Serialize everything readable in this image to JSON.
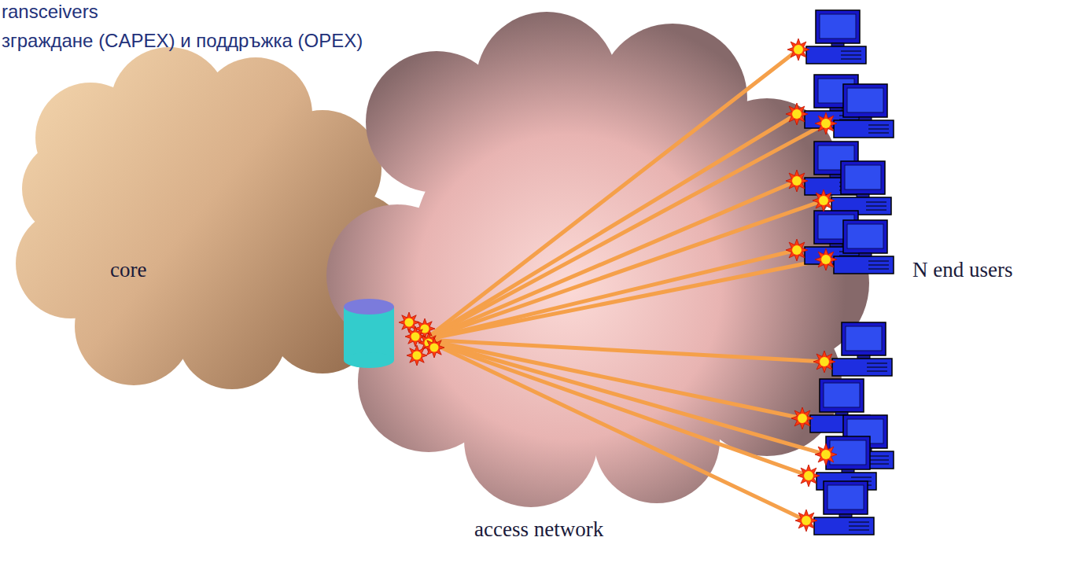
{
  "diagram": {
    "nodes": [
      {
        "text": [
          "core"
        ]
      },
      {
        "text": [
          "access network"
        ]
      }
    ],
    "labels": [
      "ransceivers",
      "зграждане (CAPEX) и поддръжка (OPEX)",
      "N end users"
    ]
  }
}
